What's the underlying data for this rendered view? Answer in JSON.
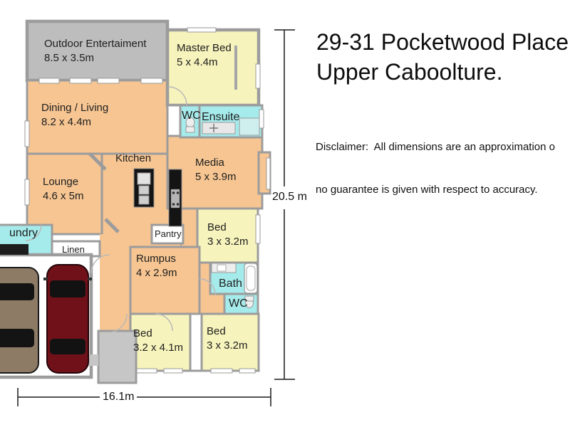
{
  "title": {
    "line1": "29-31 Pocketwood Place",
    "line2": "Upper Caboolture."
  },
  "disclaimer": {
    "line1": "Disclaimer:  All dimensions are an approximation o",
    "line2": "no guarantee is given with respect to accuracy."
  },
  "dimensions": {
    "height_label": "20.5 m",
    "width_label": "16.1m"
  },
  "rooms": {
    "outdoor": {
      "name": "Outdoor Entertaiment",
      "dims": "8.5 x 3.5m"
    },
    "master": {
      "name": "Master Bed",
      "dims": "5 x 4.4m"
    },
    "dining": {
      "name": "Dining / Living",
      "dims": "8.2 x 4.4m"
    },
    "lounge": {
      "name": "Lounge",
      "dims": "4.6 x 5m"
    },
    "kitchen": {
      "name": "Kitchen"
    },
    "media": {
      "name": "Media",
      "dims": "5 x 3.9m"
    },
    "wc_top": {
      "name": "WC"
    },
    "ensuite": {
      "name": "Ensuite"
    },
    "laundry": {
      "name": "undry"
    },
    "linen": {
      "name": "Linen"
    },
    "pantry": {
      "name": "Pantry"
    },
    "rumpus": {
      "name": "Rumpus",
      "dims": "4 x 2.9m"
    },
    "bed_mid": {
      "name": "Bed",
      "dims": "3 x 3.2m"
    },
    "bath": {
      "name": "Bath"
    },
    "wc_bottom": {
      "name": "WC"
    },
    "bed_left": {
      "name": "Bed",
      "dims": "3.2 x 4.1m"
    },
    "bed_right": {
      "name": "Bed",
      "dims": "3 x 3.2m"
    }
  },
  "colors": {
    "orange": "#F6C592",
    "yellow": "#F6F3BC",
    "cyan": "#A6EBEB",
    "outdoor_gray": "#BDBDBD",
    "porch_gray": "#C6C6C6",
    "white": "#FFFFFF",
    "wall": "#9C9C9C",
    "counter_black": "#141414",
    "car_tan": "#8D7B65",
    "car_red": "#701119"
  }
}
